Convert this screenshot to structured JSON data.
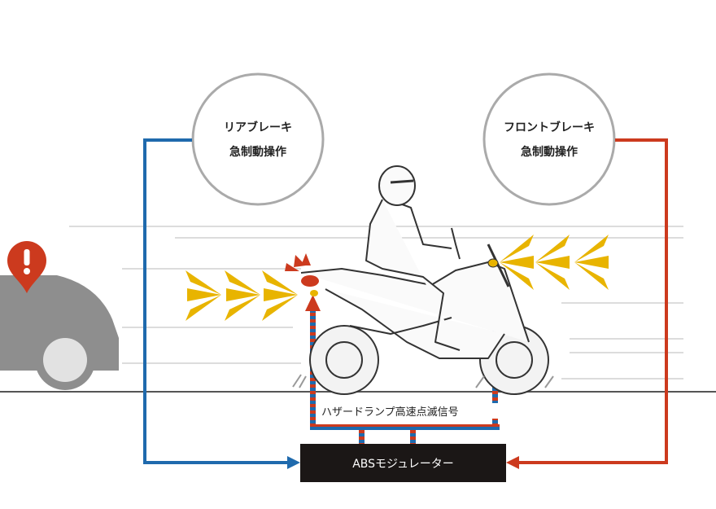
{
  "rear_brake": {
    "line1": "リアブレーキ",
    "line2": "急制動操作"
  },
  "front_brake": {
    "line1": "フロントブレーキ",
    "line2": "急制動操作"
  },
  "hazard_signal_label": "ハザードランプ高速点滅信号",
  "abs_modulator_label": "ABSモジュレーター",
  "colors": {
    "rear_line": "#1f6aad",
    "front_line": "#cc3a1e",
    "lamp": "#e8b400",
    "alert": "#cc3a1e",
    "ecu_bg": "#1b1716"
  }
}
